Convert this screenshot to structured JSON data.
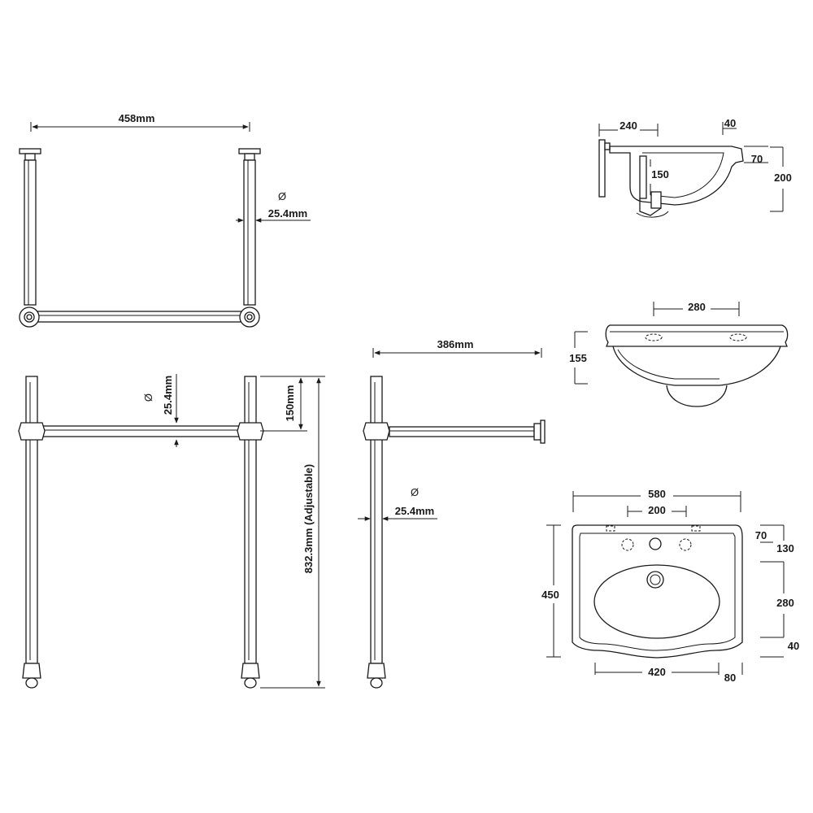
{
  "frame_top": {
    "width_label": "458mm",
    "pipe_dia_symbol": "Ø",
    "pipe_dia_label": "25.4mm"
  },
  "frame_front": {
    "pipe_dia_symbol": "Ø",
    "pipe_dia_label": "25.4mm",
    "rail_drop_label": "150mm",
    "height_label": "832.3mm (Adjustable)"
  },
  "frame_side": {
    "depth_label": "386mm",
    "pipe_dia_symbol": "Ø",
    "pipe_dia_label": "25.4mm"
  },
  "basin_side": {
    "label_240": "240",
    "label_40": "40",
    "label_70": "70",
    "label_150": "150",
    "label_200": "200"
  },
  "basin_front": {
    "label_280": "280",
    "label_155": "155"
  },
  "basin_top": {
    "label_580": "580",
    "label_200": "200",
    "label_450": "450",
    "label_420": "420",
    "label_80": "80",
    "label_70": "70",
    "label_130": "130",
    "label_280": "280",
    "label_40": "40"
  }
}
